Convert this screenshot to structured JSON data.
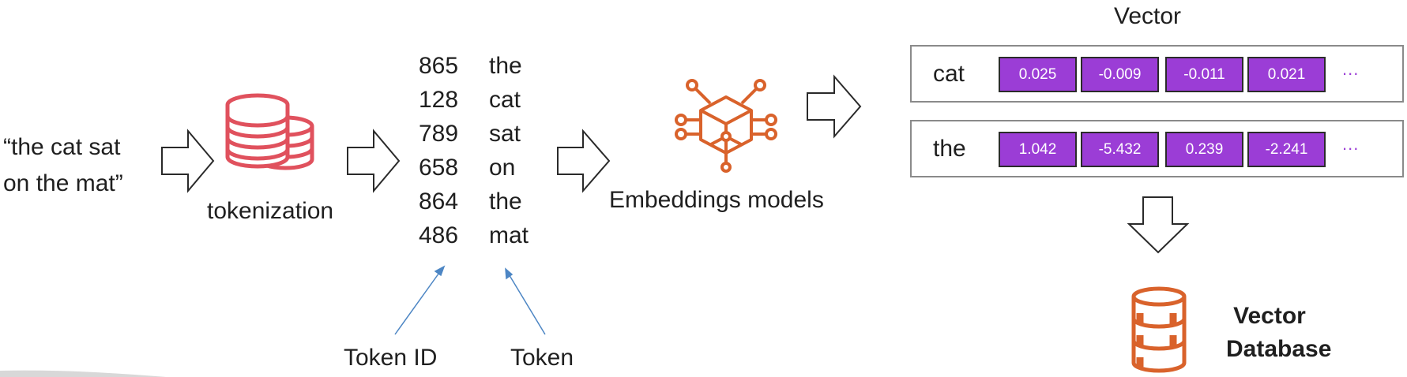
{
  "input": {
    "line1": "“the cat sat",
    "line2": "on the mat”"
  },
  "tokenization": {
    "label": "tokenization",
    "color": "#e0515d"
  },
  "tokens": [
    {
      "id": "865",
      "word": "the"
    },
    {
      "id": "128",
      "word": "cat"
    },
    {
      "id": "789",
      "word": "sat"
    },
    {
      "id": "658",
      "word": "on"
    },
    {
      "id": "864",
      "word": "the"
    },
    {
      "id": "486",
      "word": "mat"
    }
  ],
  "annotations": {
    "token_id": "Token ID",
    "token": "Token"
  },
  "embeddings": {
    "label": "Embeddings models",
    "color": "#d9622b"
  },
  "vector": {
    "title": "Vector",
    "cell_color": "#9b3dd6",
    "rows": [
      {
        "word": "cat",
        "values": [
          "0.025",
          "-0.009",
          "-0.011",
          "0.021"
        ],
        "ellipsis": "..."
      },
      {
        "word": "the",
        "values": [
          "1.042",
          "-5.432",
          "0.239",
          "-2.241"
        ],
        "ellipsis": "..."
      }
    ]
  },
  "vector_database": {
    "line1": "Vector",
    "line2": "Database",
    "color": "#d9622b"
  }
}
